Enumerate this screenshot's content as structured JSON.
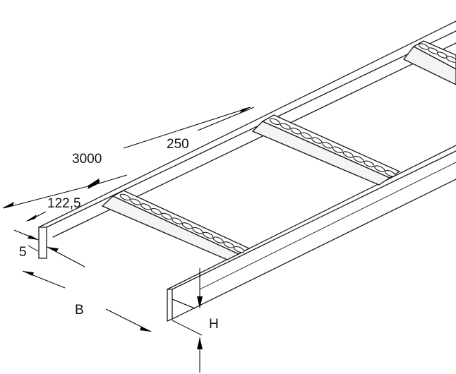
{
  "dimensions": {
    "length": "3000",
    "rung_spacing": "250",
    "first_rung_offset": "122,5",
    "flange": "5",
    "width": "B",
    "height": "H"
  }
}
